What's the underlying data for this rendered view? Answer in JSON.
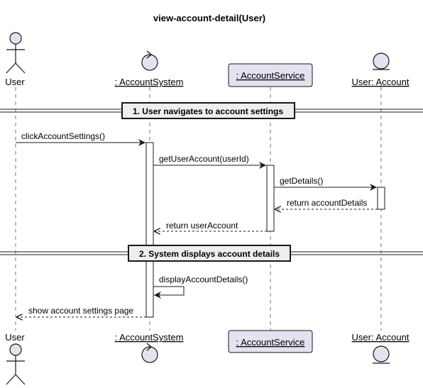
{
  "diagram": {
    "title": "view-account-detail(User)",
    "participants": {
      "user": {
        "name": "User",
        "kind": "actor"
      },
      "system": {
        "name": ": AccountSystem",
        "kind": "control"
      },
      "service": {
        "name": ": AccountService",
        "kind": "participant"
      },
      "account": {
        "name": "User: Account",
        "kind": "entity"
      }
    },
    "dividers": [
      {
        "label": "1. User navigates to account settings"
      },
      {
        "label": "2. System displays account details"
      }
    ],
    "messages": [
      {
        "label": "clickAccountSettings()",
        "from": "user",
        "to": "system",
        "style": "sync"
      },
      {
        "label": "getUserAccount(userId)",
        "from": "system",
        "to": "service",
        "style": "sync"
      },
      {
        "label": "getDetails()",
        "from": "service",
        "to": "account",
        "style": "sync"
      },
      {
        "label": "return accountDetails",
        "from": "account",
        "to": "service",
        "style": "return"
      },
      {
        "label": "return userAccount",
        "from": "service",
        "to": "system",
        "style": "return"
      },
      {
        "label": "displayAccountDetails()",
        "from": "system",
        "to": "system",
        "style": "self"
      },
      {
        "label": "show account settings page",
        "from": "system",
        "to": "user",
        "style": "return"
      }
    ],
    "colors": {
      "participant_fill": "#e2e2f0",
      "participant_stroke": "#181818",
      "divider_fill": "#eeeeee",
      "lifeline": "#181818",
      "activation_fill": "#ffffff"
    }
  }
}
